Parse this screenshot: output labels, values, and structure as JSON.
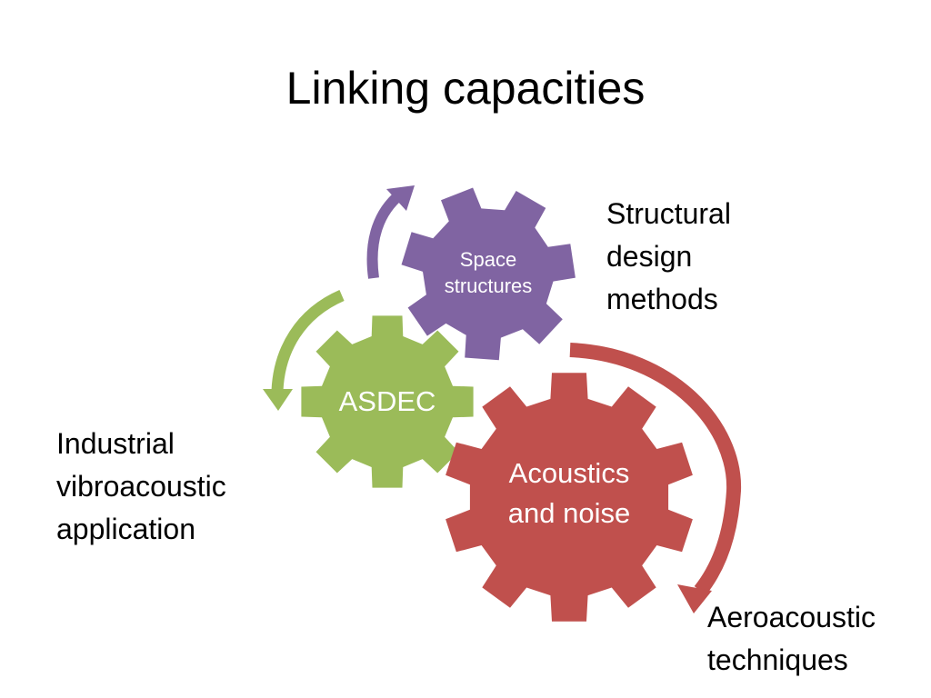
{
  "slide": {
    "title": "Linking capacities"
  },
  "gears": [
    {
      "id": "space",
      "lines": [
        "Space",
        "structures"
      ],
      "color": "#8064a2"
    },
    {
      "id": "asdec",
      "lines": [
        "ASDEC"
      ],
      "color": "#9bbb59"
    },
    {
      "id": "acoustics",
      "lines": [
        "Acoustics",
        "and noise"
      ],
      "color": "#c0504d"
    }
  ],
  "labels": {
    "structural": "Structural design methods",
    "industrial": "Industrial vibroacoustic application",
    "aero": "Aeroacoustic techniques"
  }
}
